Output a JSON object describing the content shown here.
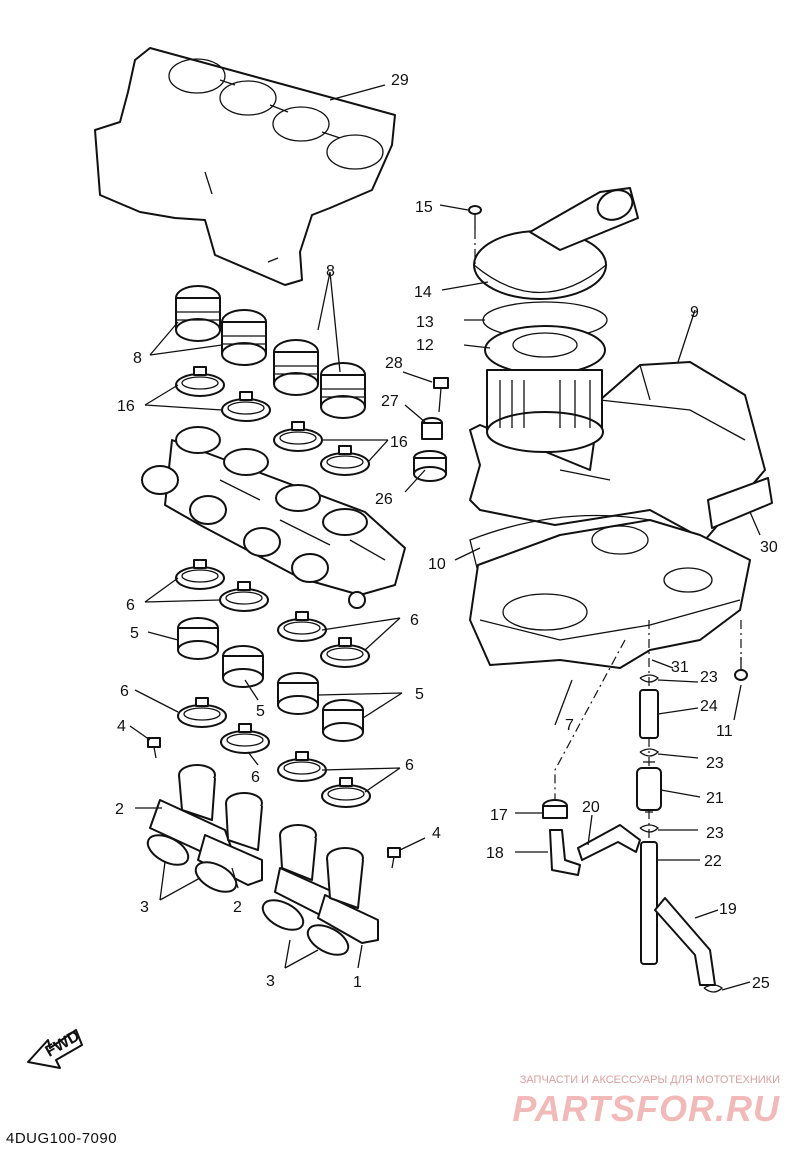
{
  "diagram": {
    "code": "4DUG100-7090",
    "fwd_label": "FWD",
    "callouts": [
      "1",
      "2",
      "2",
      "3",
      "3",
      "4",
      "4",
      "5",
      "5",
      "5",
      "6",
      "6",
      "6",
      "6",
      "6",
      "7",
      "8",
      "8",
      "9",
      "10",
      "11",
      "12",
      "13",
      "14",
      "15",
      "16",
      "16",
      "17",
      "18",
      "19",
      "20",
      "21",
      "22",
      "23",
      "23",
      "23",
      "24",
      "25",
      "26",
      "27",
      "28",
      "29",
      "30",
      "31"
    ]
  },
  "watermark": {
    "subtitle": "ЗАПЧАСТИ И АКСЕССУАРЫ ДЛЯ МОТОТЕХНИКИ",
    "brand": "PARTSFOR.RU",
    "color": "#f2b9b9"
  }
}
